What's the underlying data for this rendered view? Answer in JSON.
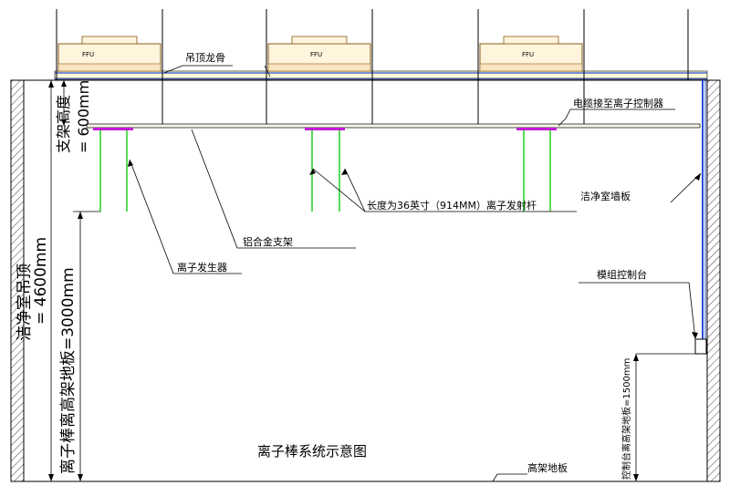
{
  "diagram": {
    "title": "离子棒系统示意图",
    "labels": {
      "ffu": "FFU",
      "ceiling_keel": "吊顶龙骨",
      "cable": "电缆接至离子控制器",
      "emitter_rod": "长度为36英寸（914MM）离子发射杆",
      "cleanroom_wall": "洁净室墙板",
      "aluminum_bracket": "铝合金支架",
      "ion_generator": "离子发生器",
      "module_console": "模组控制台",
      "raised_floor": "高架地板"
    },
    "dimensions": {
      "bracket_height_line1": "支架高度",
      "bracket_height_line2": "= 600mm",
      "ceiling_height_line1": "洁净室吊顶",
      "ceiling_height_line2": "= 4600mm",
      "raised_floor_height": "离子棒离高架地板=3000mm",
      "console_height": "控制台离高架地板=1500mm"
    },
    "colors": {
      "line": "#000000",
      "ffu_fill": "#fff4dc",
      "ffu_stroke": "#8a5a1a",
      "keel_blue": "#2b4fd6",
      "rod_green": "#1fd11f",
      "bracket_fill": "#f7f7e8",
      "mount_magenta": "#c21bd6",
      "hatch": "#444444"
    }
  }
}
